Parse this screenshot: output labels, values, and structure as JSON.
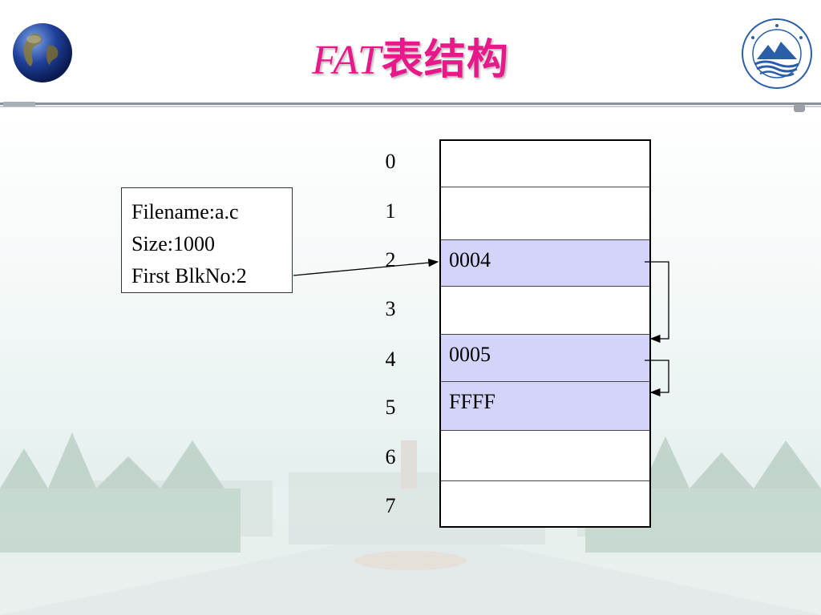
{
  "title": {
    "latin": "FAT",
    "cjk": "表结构"
  },
  "file_info": {
    "filename": "Filename:a.c",
    "size": "Size:1000",
    "first_block": "First BlkNo:2"
  },
  "fat_table": {
    "rows": [
      {
        "index": "0",
        "value": "",
        "used": false
      },
      {
        "index": "1",
        "value": "",
        "used": false
      },
      {
        "index": "2",
        "value": "0004",
        "used": true
      },
      {
        "index": "3",
        "value": "",
        "used": false
      },
      {
        "index": "4",
        "value": "0005",
        "used": true
      },
      {
        "index": "5",
        "value": "FFFF",
        "used": true
      },
      {
        "index": "6",
        "value": "",
        "used": false
      },
      {
        "index": "7",
        "value": "",
        "used": false
      }
    ]
  },
  "colors": {
    "title": "#e6188a",
    "used_cell": "#d4d4fa"
  },
  "icons": {
    "globe": "globe-icon",
    "logo": "university-logo"
  }
}
